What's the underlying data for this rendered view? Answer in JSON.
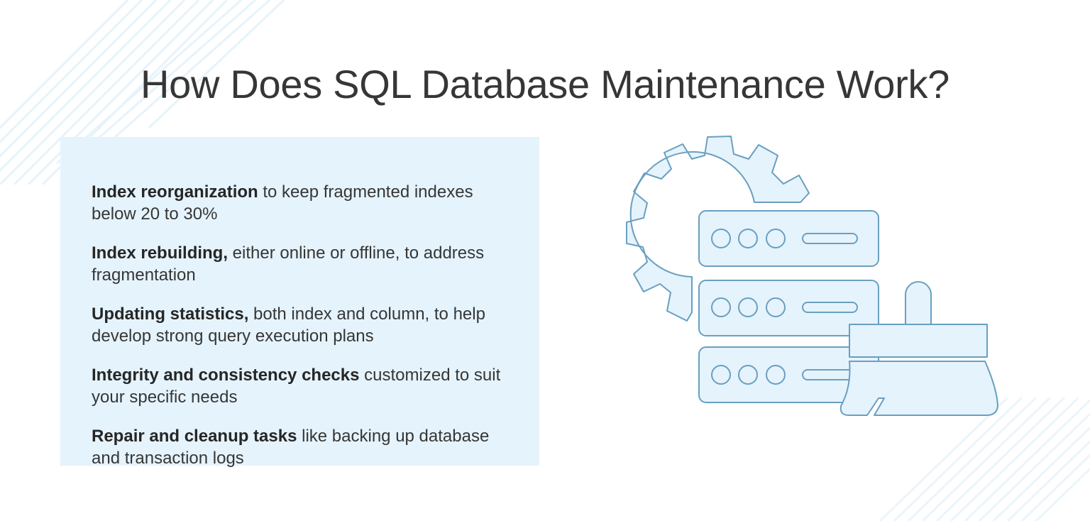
{
  "title": "How Does SQL Database Maintenance Work?",
  "panel": {
    "background": "#e5f3fc",
    "items": [
      {
        "bold": "Index reorganization",
        "text": " to keep fragmented indexes below 20 to 30%"
      },
      {
        "bold": "Index rebuilding,",
        "text": " either online or offline, to address fragmentation"
      },
      {
        "bold": "Updating statistics,",
        "text": " both index and column, to help develop strong query execution plans"
      },
      {
        "bold": "Integrity and consistency checks",
        "text": " customized to suit your specific needs"
      },
      {
        "bold": "Repair and cleanup tasks",
        "text": " like backing up database and transaction logs"
      }
    ]
  },
  "illustration": {
    "icons": [
      "gear-icon",
      "server-stack-icon",
      "broom-brush-icon"
    ],
    "stroke_color": "#6a9fc0",
    "fill_color": "#e5f3fc"
  }
}
